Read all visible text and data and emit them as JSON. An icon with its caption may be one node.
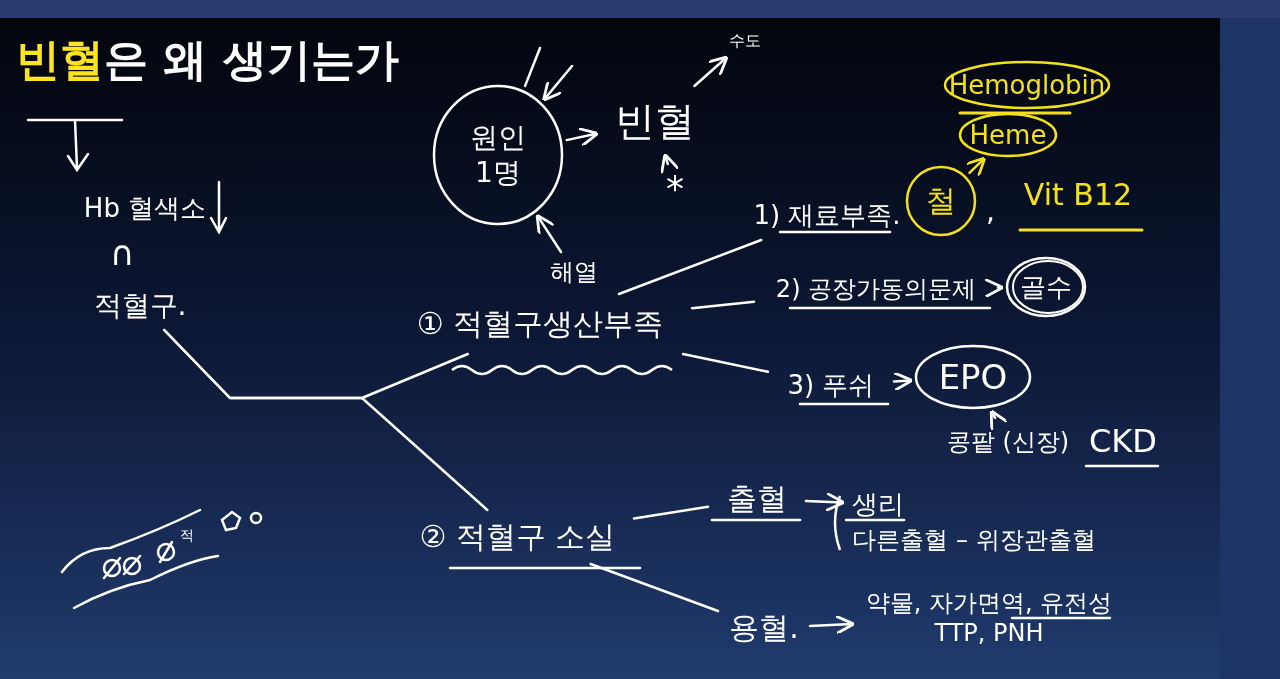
{
  "diagram": {
    "title": "**빈혈**은 왜 생기는가",
    "nodes": [
      {
        "text": [
          "원인 1명"
        ]
      },
      {
        "text": [
          "빈혈"
        ]
      },
      {
        "text": [
          "수도"
        ]
      },
      {
        "text": [
          "*"
        ]
      },
      {
        "text": [
          "해열"
        ]
      },
      {
        "text": [
          "Hb 혈색소"
        ]
      },
      {
        "text": [
          "적혈구."
        ]
      },
      {
        "text": [
          "① 적혈구생산부족"
        ]
      },
      {
        "text": [
          "② 적혈구 소실"
        ]
      },
      {
        "text": [
          "1) 재료부족."
        ]
      },
      {
        "text": [
          "2) 공장가동의문제"
        ]
      },
      {
        "text": [
          "3) 푸쉬"
        ]
      },
      {
        "text": [
          "Hemoglobin"
        ]
      },
      {
        "text": [
          "Heme"
        ]
      },
      {
        "text": [
          "철"
        ]
      },
      {
        "text": [
          "Vit B12"
        ]
      },
      {
        "text": [
          "골수"
        ]
      },
      {
        "text": [
          "EPO"
        ]
      },
      {
        "text": [
          "콩팥 (신장)"
        ]
      },
      {
        "text": [
          "CKD"
        ]
      },
      {
        "text": [
          "출혈"
        ]
      },
      {
        "text": [
          "생리"
        ]
      },
      {
        "text": [
          "다른출혈 – 위장관출혈"
        ]
      },
      {
        "text": [
          "용혈."
        ]
      },
      {
        "text": [
          "약물, 자가면역, 유전성",
          "TTP, PNH"
        ]
      }
    ],
    "edges": [
      {
        "from": 0,
        "to": 1,
        "arrow": "to"
      },
      {
        "from": 1,
        "to": 2,
        "arrow": "to"
      },
      {
        "from": 3,
        "to": 1,
        "arrow": "to"
      },
      {
        "from": 4,
        "to": 0,
        "arrow": "to"
      },
      {
        "from": null,
        "to": 0,
        "arrow": "to"
      },
      {
        "from": null,
        "to": 0,
        "arrow": "none"
      },
      {
        "from": 6,
        "to": 7,
        "arrow": "none"
      },
      {
        "from": 6,
        "to": 8,
        "arrow": "none"
      },
      {
        "from": 7,
        "to": 9,
        "arrow": "none"
      },
      {
        "from": 7,
        "to": 10,
        "arrow": "none"
      },
      {
        "from": 7,
        "to": 11,
        "arrow": "none"
      },
      {
        "from": 14,
        "to": 13,
        "arrow": "to",
        "color": "#f5e11a"
      },
      {
        "from": 10,
        "to": 16,
        "arrow": "to"
      },
      {
        "from": 11,
        "to": 17,
        "arrow": "to"
      },
      {
        "from": 18,
        "to": 17,
        "arrow": "to"
      },
      {
        "from": 8,
        "to": 20,
        "arrow": "none"
      },
      {
        "from": 8,
        "to": 23,
        "arrow": "none"
      },
      {
        "from": 20,
        "to": 21,
        "arrow": "to"
      },
      {
        "from": 23,
        "to": 24,
        "arrow": "to"
      }
    ],
    "labels": [
      "∩",
      ",",
      "적"
    ]
  }
}
